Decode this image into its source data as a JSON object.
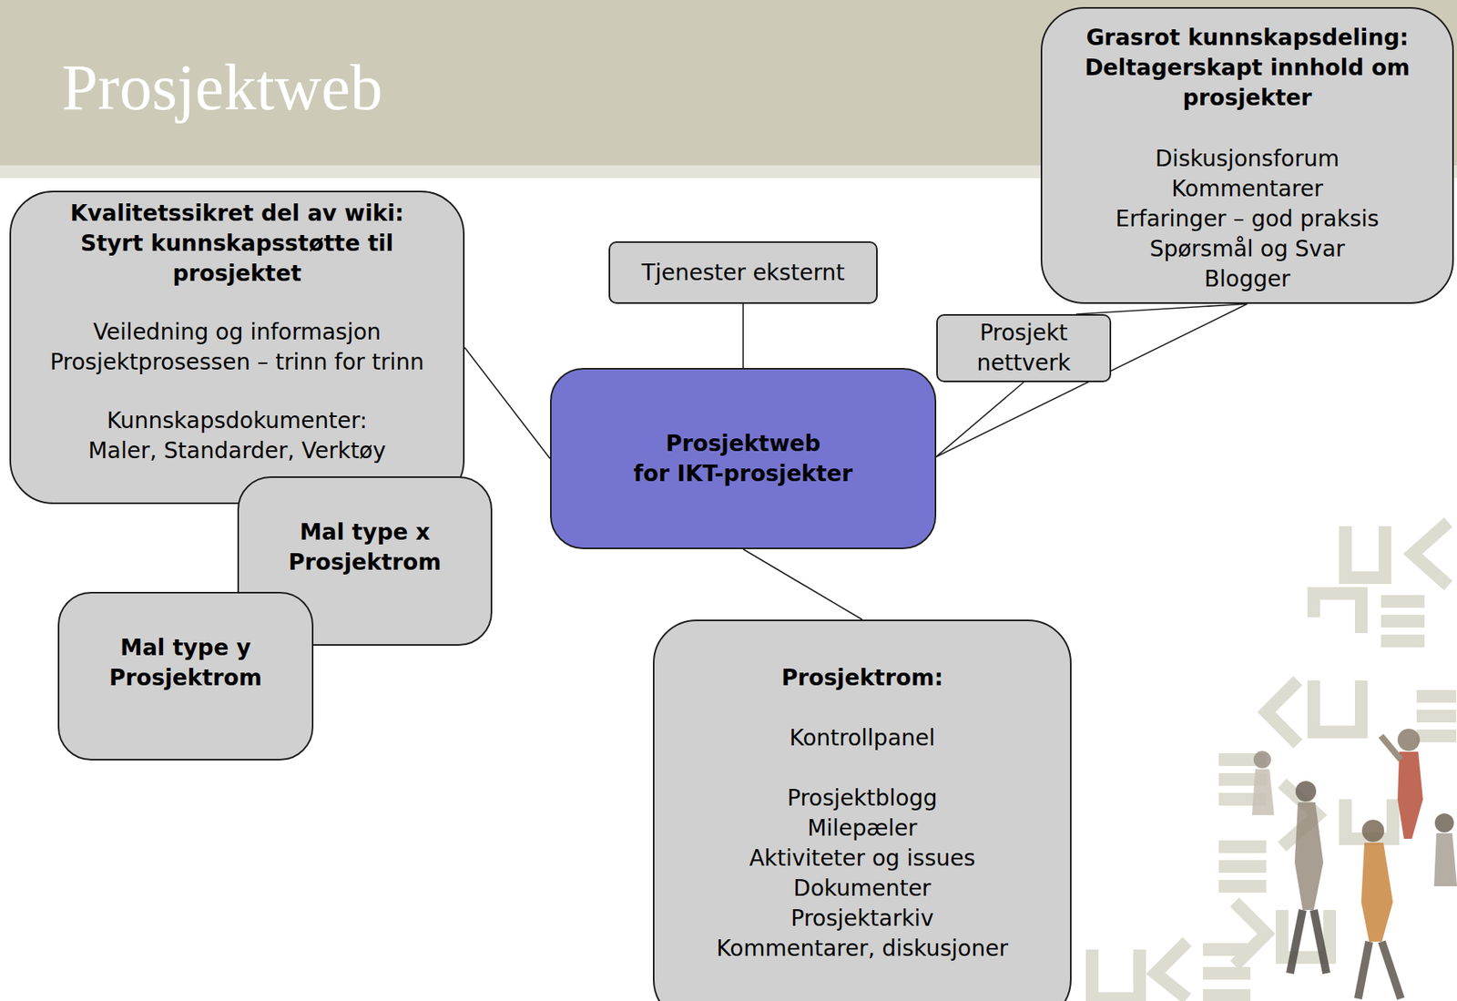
{
  "diagram": {
    "title": "Prosjektweb",
    "nodes": [
      {
        "text": [
          "Kvalitetssikret del av wiki:",
          "Styrt kunnskapsstøtte til prosjektet",
          "Veiledning og informasjon",
          "Prosjektprosessen – trinn for trinn",
          "Kunnskapsdokumenter:",
          "Maler, Standarder, Verktøy"
        ]
      },
      {
        "text": [
          "Tjenester eksternt"
        ]
      },
      {
        "text": [
          "Grasrot kunnskapsdeling:",
          "Deltagerskapt innhold om prosjekter",
          "Diskusjonsforum",
          "Kommentarer",
          "Erfaringer – god praksis",
          "Spørsmål og Svar",
          "Blogger"
        ]
      },
      {
        "text": [
          "Prosjekt nettverk"
        ]
      },
      {
        "text": [
          "Prosjektweb",
          "for IKT-prosjekter"
        ]
      },
      {
        "text": [
          "Mal type x",
          "Prosjektrom"
        ]
      },
      {
        "text": [
          "Mal type y",
          "Prosjektrom"
        ]
      },
      {
        "text": [
          "Prosjektrom:",
          "Kontrollpanel",
          "Prosjektblogg",
          "Milepæler",
          "Aktiviteter og issues",
          "Dokumenter",
          "Prosjektarkiv",
          "Kommentarer, diskusjoner"
        ]
      }
    ],
    "edges": [
      {
        "from": 0,
        "to": 4,
        "arrow": "none"
      },
      {
        "from": 1,
        "to": 4,
        "arrow": "none"
      },
      {
        "from": 3,
        "to": 2,
        "arrow": "none"
      },
      {
        "from": 4,
        "to": 3,
        "arrow": "none"
      },
      {
        "from": 4,
        "to": 2,
        "arrow": "none"
      },
      {
        "from": 4,
        "to": 7,
        "arrow": "none"
      }
    ]
  }
}
